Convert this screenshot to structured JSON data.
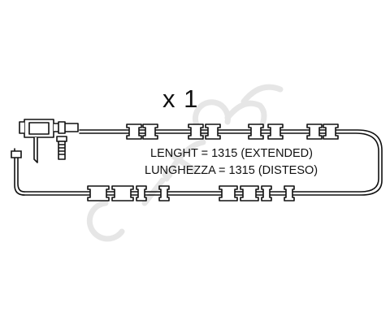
{
  "quantity_label": "x 1",
  "length_en": "LENGHT = 1315 (EXTENDED)",
  "length_it": "LUNGHEZZA = 1315 (DISTESO)",
  "watermark_text": "cifam",
  "colors": {
    "line": "#111111",
    "watermark": "#e6e6e6"
  }
}
